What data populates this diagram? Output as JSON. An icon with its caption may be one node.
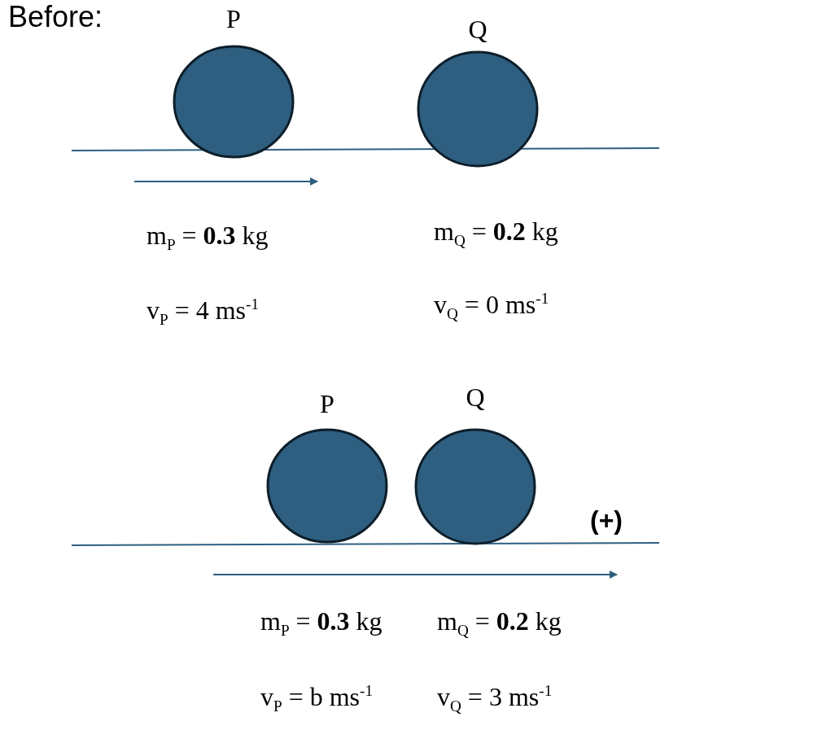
{
  "diagram": {
    "nodes": [
      {
        "text": [
          "P"
        ]
      },
      {
        "text": [
          "Q"
        ]
      },
      {
        "text": [
          "P"
        ]
      },
      {
        "text": [
          "Q"
        ]
      }
    ],
    "labels": [
      "Before:",
      "m$_{P}$ = **0.3** kg",
      "m$_{Q}$ = **0.2** kg",
      "v$_{P}$ = 4 ms$^{-1}$",
      "v$_{Q}$ = 0 ms$^{-1}$",
      "(+)",
      "m$_{P}$ = **0.3** kg",
      "m$_{Q}$ = **0.2** kg",
      "v$_{P}$ = b ms$^{-1}$",
      "v$_{Q}$ = 3 ms$^{-1}$"
    ]
  }
}
